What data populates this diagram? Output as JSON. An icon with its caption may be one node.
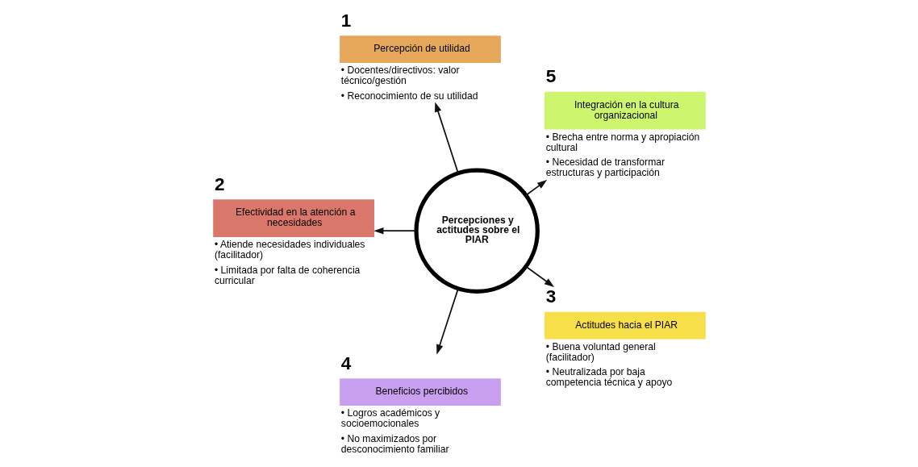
{
  "diagram": {
    "nodes": [
      {
        "text": [
          "Percepciones y actitudes sobre el PIAR"
        ]
      },
      {
        "text": [
          "Integración en la cultura organizacional"
        ],
        "beside": [
          "5",
          "• Brecha entre norma y apropiación cultural",
          "• Necesidad de transformar estructuras y participación"
        ]
      },
      {
        "text": [
          "Percepción de utilidad"
        ],
        "beside": [
          "1",
          "• Docentes/directivos: valor técnico/gestión",
          "• Reconocimiento de su utilidad"
        ]
      },
      {
        "text": [
          "Efectividad en la atención a necesidades"
        ],
        "beside": [
          "2",
          "• Atiende necesidades individuales (facilitador)",
          "• Limitada por falta de coherencia curricular"
        ]
      },
      {
        "text": [
          "Beneficios percibidos"
        ],
        "beside": [
          "4",
          "• Logros académicos y socioemocionales",
          "• No maximizados por desconocimiento familiar"
        ]
      },
      {
        "text": [
          "Actitudes hacia el PIAR"
        ],
        "beside": [
          "3",
          "• Buena voluntad general (facilitador)",
          "• Neutralizada por baja competencia técnica y apoyo"
        ]
      }
    ],
    "edges": [
      {
        "from": 0,
        "to": 1,
        "arrow": "to"
      },
      {
        "from": 0,
        "to": 2,
        "arrow": "to"
      },
      {
        "from": 0,
        "to": 3,
        "arrow": "to"
      },
      {
        "from": 0,
        "to": 4,
        "arrow": "to"
      },
      {
        "from": 0,
        "to": 5,
        "arrow": "to"
      }
    ]
  }
}
